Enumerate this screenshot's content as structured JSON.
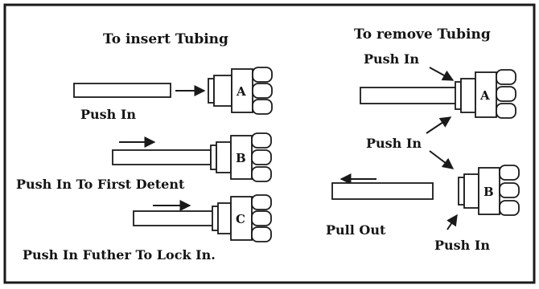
{
  "insert": {
    "title": "To insert Tubing",
    "step_a_label": "Push In",
    "step_b_label": "Push In To First Detent",
    "step_c_label": "Push In Futher To Lock In."
  },
  "remove": {
    "title": "To remove Tubing",
    "push_in_top": "Push In",
    "push_in_middle": "Push In",
    "pull_out": "Pull Out",
    "push_in_bottom": "Push In"
  },
  "fittings": {
    "a": "A",
    "b": "B",
    "c": "C",
    "remove_a": "A",
    "remove_b": "B"
  }
}
